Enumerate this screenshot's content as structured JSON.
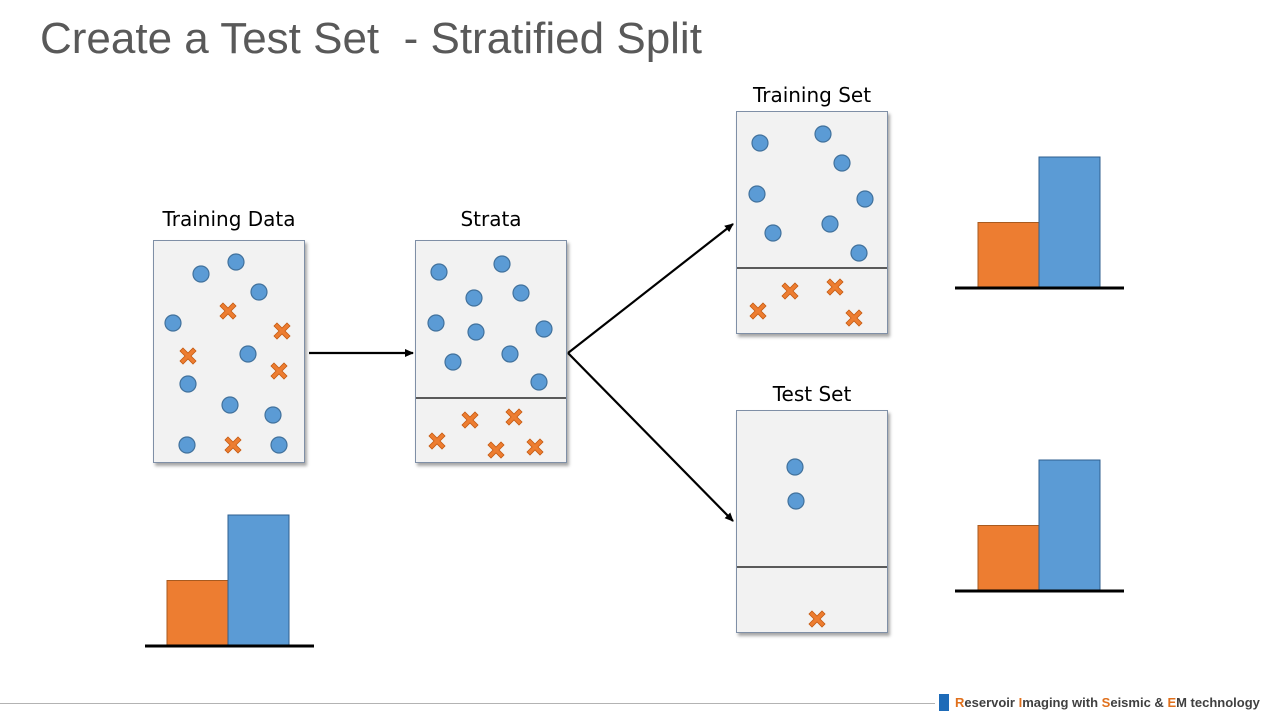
{
  "title": "Create a Test Set  - Stratified Split",
  "colors": {
    "dot": "#5b9bd5",
    "cross": "#ed7d31",
    "arrow": "#000000",
    "panel_bg": "#f2f2f2"
  },
  "icons": {
    "dot": "blue-circle-icon",
    "cross": "orange-x-icon"
  },
  "boxes": {
    "training_data": {
      "label": "Training Data"
    },
    "strata": {
      "label": "Strata"
    },
    "training_set": {
      "label": "Training Set"
    },
    "test_set": {
      "label": "Test Set"
    }
  },
  "footer": {
    "parts": [
      {
        "text": "R",
        "hl": true
      },
      {
        "text": "eservoir ",
        "hl": false
      },
      {
        "text": "I",
        "hl": true
      },
      {
        "text": "maging with ",
        "hl": false
      },
      {
        "text": "S",
        "hl": true
      },
      {
        "text": "eismic & ",
        "hl": false
      },
      {
        "text": "E",
        "hl": true
      },
      {
        "text": "M technology",
        "hl": false
      }
    ]
  },
  "chart_data": [
    {
      "type": "bar",
      "categories": [
        "",
        ""
      ],
      "values": [
        2,
        4
      ]
    },
    {
      "type": "bar",
      "categories": [
        "",
        ""
      ],
      "values": [
        2,
        4
      ]
    },
    {
      "type": "bar",
      "categories": [
        "",
        ""
      ],
      "values": [
        2,
        4
      ]
    }
  ]
}
